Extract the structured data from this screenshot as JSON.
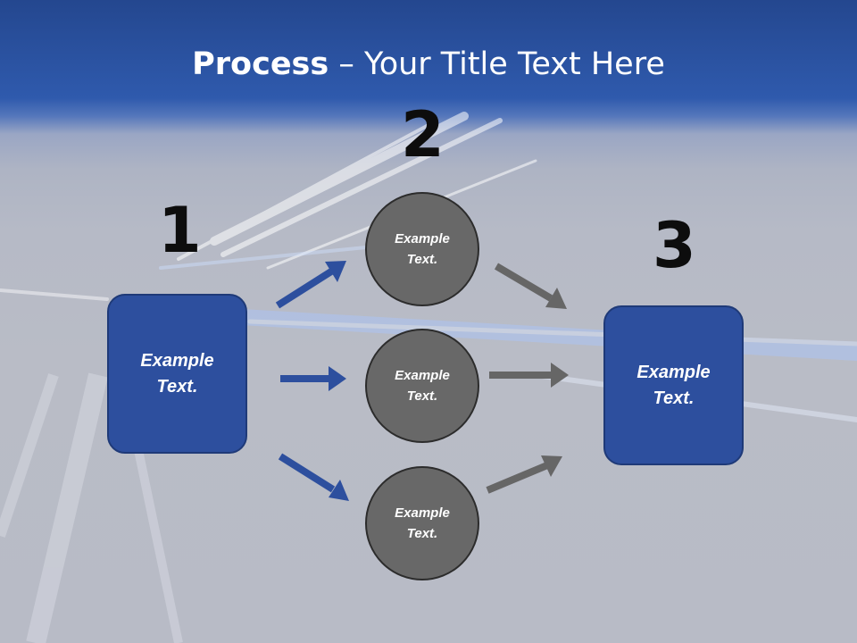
{
  "title": {
    "bold": "Process",
    "rest": " – Your Title Text Here"
  },
  "steps": {
    "n1": "1",
    "n2": "2",
    "n3": "3"
  },
  "boxes": {
    "left": "Example Text.",
    "right": "Example Text."
  },
  "circles": {
    "top": "Example Text.",
    "middle": "Example Text.",
    "bottom": "Example Text."
  },
  "colors": {
    "header": "#2f5aad",
    "box": "#2d4f9e",
    "circle": "#686868",
    "blue_arrow": "#2d4f9e",
    "gray_arrow": "#666666"
  }
}
